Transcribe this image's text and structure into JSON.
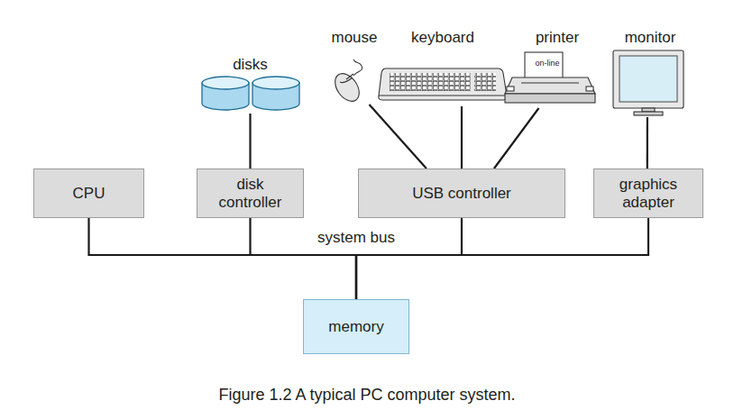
{
  "diagram": {
    "caption": "Figure 1.2 A typical PC computer system.",
    "nodes": [
      {
        "text": [
          "disks"
        ]
      },
      {
        "text": [
          "mouse"
        ]
      },
      {
        "text": [
          "keyboard"
        ]
      },
      {
        "text": [
          "printer",
          "on-line"
        ]
      },
      {
        "text": [
          "monitor"
        ]
      },
      {
        "text": [
          "CPU"
        ]
      },
      {
        "text": [
          "disk controller"
        ]
      },
      {
        "text": [
          "USB controller"
        ]
      },
      {
        "text": [
          "graphics adapter"
        ]
      },
      {
        "text": [
          "memory"
        ]
      }
    ],
    "edges": [
      {
        "from": 0,
        "to": 6,
        "arrow": "none"
      },
      {
        "from": 1,
        "to": 7,
        "arrow": "none"
      },
      {
        "from": 2,
        "to": 7,
        "arrow": "none"
      },
      {
        "from": 3,
        "to": 7,
        "arrow": "none"
      },
      {
        "from": 4,
        "to": 8,
        "arrow": "none"
      },
      {
        "from": 5,
        "to": 9,
        "arrow": "none"
      },
      {
        "from": 6,
        "to": 9,
        "arrow": "none"
      },
      {
        "from": 7,
        "to": 9,
        "arrow": "none"
      },
      {
        "from": 8,
        "to": 9,
        "arrow": "none"
      }
    ],
    "labels": [
      "system bus"
    ]
  }
}
